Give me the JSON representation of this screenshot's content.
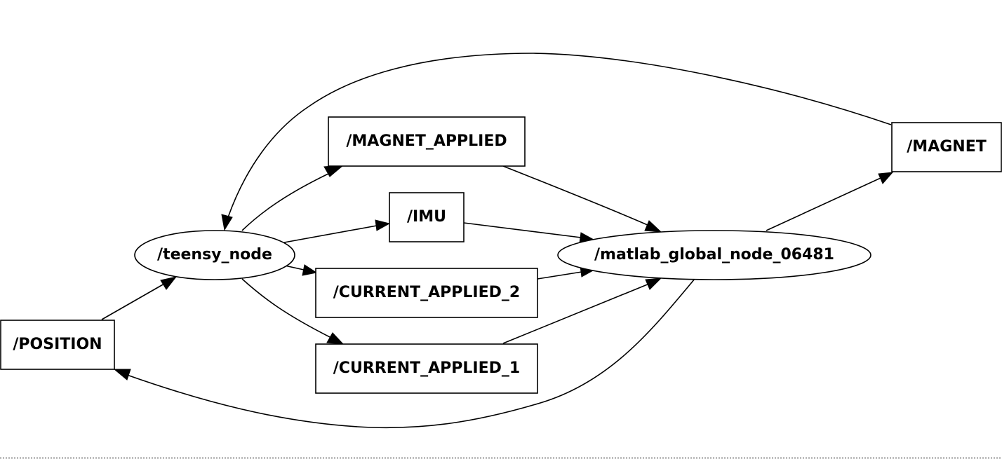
{
  "nodes": {
    "magnet_applied": "/MAGNET_APPLIED",
    "magnet": "/MAGNET",
    "imu": "/IMU",
    "teensy_node": "/teensy_node",
    "matlab_node": "/matlab_global_node_06481",
    "current_applied_2": "/CURRENT_APPLIED_2",
    "current_applied_1": "/CURRENT_APPLIED_1",
    "position": "/POSITION"
  },
  "edges": [
    {
      "from": "teensy_node",
      "to": "magnet_applied"
    },
    {
      "from": "teensy_node",
      "to": "imu"
    },
    {
      "from": "teensy_node",
      "to": "current_applied_2"
    },
    {
      "from": "teensy_node",
      "to": "current_applied_1"
    },
    {
      "from": "magnet_applied",
      "to": "matlab_node"
    },
    {
      "from": "imu",
      "to": "matlab_node"
    },
    {
      "from": "current_applied_2",
      "to": "matlab_node"
    },
    {
      "from": "current_applied_1",
      "to": "matlab_node"
    },
    {
      "from": "matlab_node",
      "to": "magnet"
    },
    {
      "from": "magnet",
      "to": "teensy_node"
    },
    {
      "from": "matlab_node",
      "to": "position"
    },
    {
      "from": "position",
      "to": "teensy_node"
    }
  ]
}
